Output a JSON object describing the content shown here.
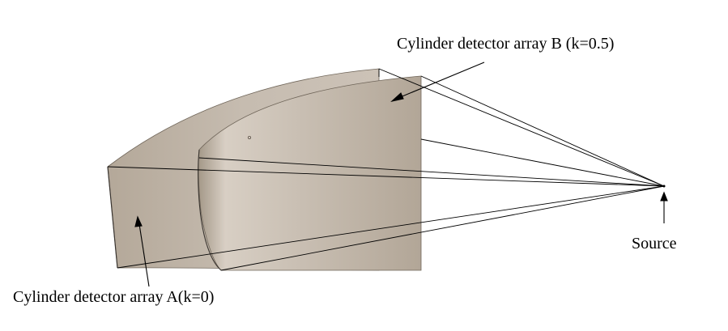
{
  "labels": {
    "array_b": "Cylinder detector array B (k=0.5)",
    "array_a": "Cylinder detector array A(k=0)",
    "source": "Source"
  },
  "colors": {
    "detector_fill": "#b9aea2",
    "detector_highlight": "#d3c9bd",
    "detector_shadow": "#a19587",
    "line": "#000000",
    "background": "#ffffff"
  }
}
